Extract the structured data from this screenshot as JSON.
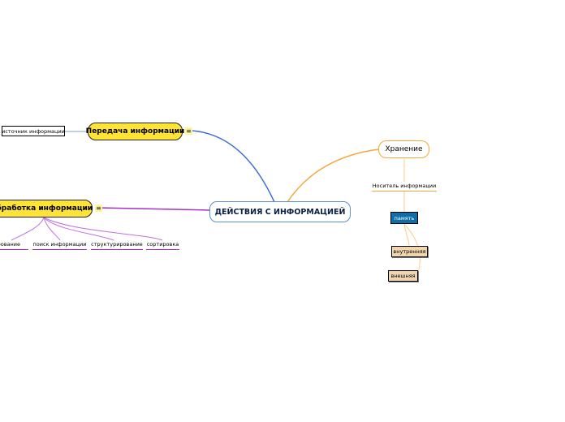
{
  "central": {
    "label": "ДЕЙСТВИЯ С ИНФОРМАЦИЕЙ"
  },
  "transfer": {
    "label": "Передача информации",
    "child": "источник информации"
  },
  "processing": {
    "label": "Обработка информации",
    "children": [
      "кодирование",
      "поиск информации",
      "структурирование",
      "сортировка"
    ]
  },
  "storage": {
    "label": "Хранение",
    "carrier": "Носитель информации",
    "memory": "память",
    "internal": "внутренняя",
    "external": "внешняя"
  },
  "icons": {
    "note": "note-icon"
  },
  "colors": {
    "blue": "#3a6fd8",
    "purple": "#a530c8",
    "orange": "#f3a83b",
    "yellow": "#ffe335"
  }
}
